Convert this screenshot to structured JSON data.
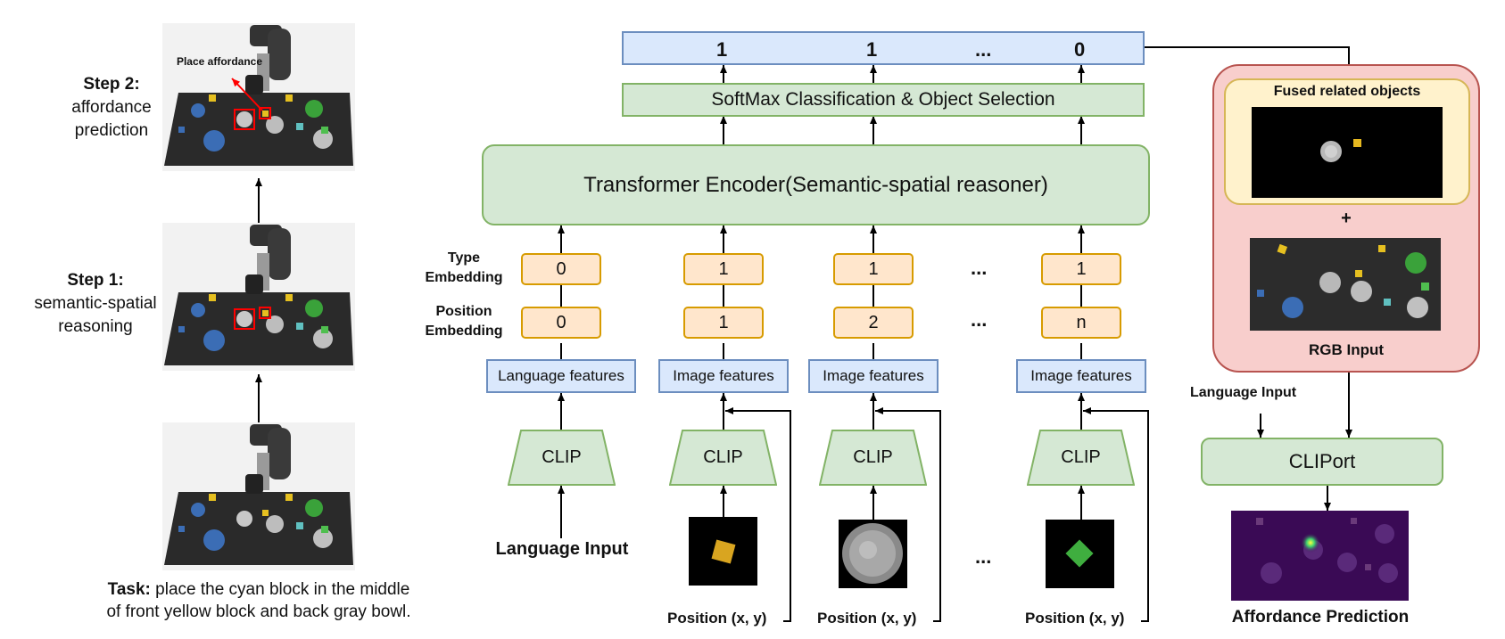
{
  "left_panel": {
    "step2_title": "Step 2:",
    "step2_desc_1": "affordance",
    "step2_desc_2": "prediction",
    "step1_title": "Step 1:",
    "step1_desc_1": "semantic-spatial",
    "step1_desc_2": "reasoning",
    "place_affordance_label": "Place affordance",
    "task_bold": "Task:",
    "task_text_1": " place the cyan block in the middle",
    "task_text_2": "of front yellow block and back gray bowl."
  },
  "output_bar": {
    "values": [
      "1",
      "1",
      "...",
      "0"
    ]
  },
  "softmax_label": "SoftMax Classification & Object Selection",
  "transformer_label": "Transformer Encoder(Semantic-spatial reasoner)",
  "type_embedding_label_1": "Type",
  "type_embedding_label_2": "Embedding",
  "position_embedding_label_1": "Position",
  "position_embedding_label_2": "Embedding",
  "type_embeddings": [
    "0",
    "1",
    "1",
    "1"
  ],
  "position_embeddings": [
    "0",
    "1",
    "2",
    "n"
  ],
  "ellipsis": "...",
  "feature_labels": [
    "Language features",
    "Image features",
    "Image features",
    "Image features"
  ],
  "clip_label": "CLIP",
  "language_input_label": "Language Input",
  "position_label": "Position (x, y)",
  "right_panel": {
    "fused_title": "Fused related objects",
    "plus": "+",
    "rgb_input_label": "RGB Input",
    "language_input_label": "Language Input",
    "cliport_label": "CLIPort",
    "affordance_prediction_label": "Affordance Prediction"
  },
  "colors": {
    "green_fill": "#d5e8d4",
    "green_stroke": "#82b366",
    "blue_fill": "#dae8fc",
    "blue_stroke": "#6c8ebf",
    "orange_fill": "#ffe6cc",
    "orange_stroke": "#d79b00",
    "pink_fill": "#f8cecc",
    "pink_stroke": "#b85450",
    "yellow_fill": "#fff2cc",
    "yellow_stroke": "#d6b656",
    "highlight_red": "#ff0000"
  }
}
